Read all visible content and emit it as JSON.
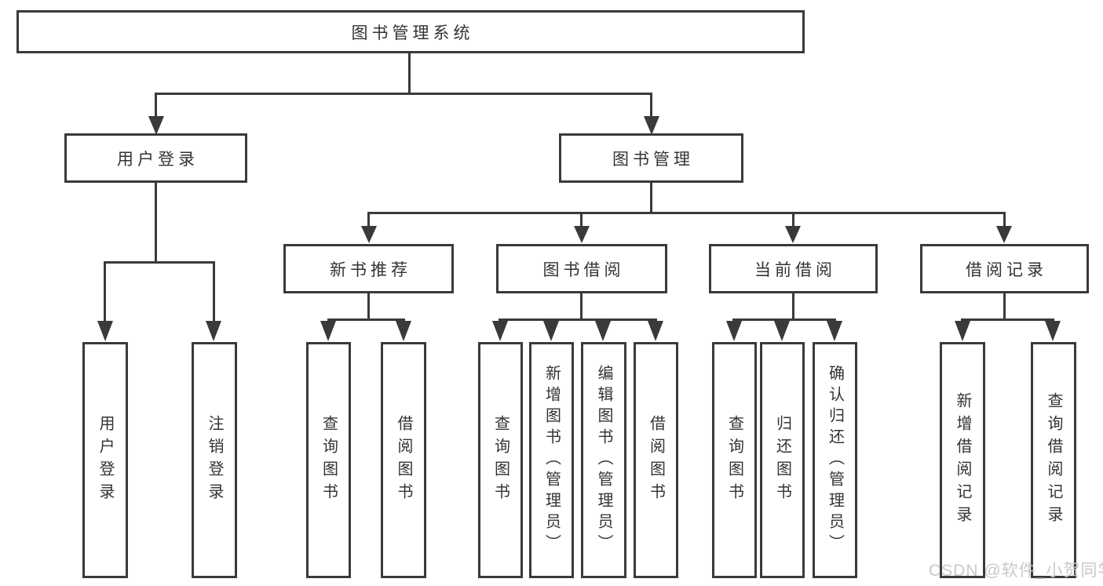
{
  "diagram": {
    "type": "hierarchy",
    "root": {
      "label": "图书管理系统"
    },
    "level2": [
      {
        "label": "用户登录"
      },
      {
        "label": "图书管理"
      }
    ],
    "level3": [
      {
        "label": "新书推荐",
        "parent": "图书管理"
      },
      {
        "label": "图书借阅",
        "parent": "图书管理"
      },
      {
        "label": "当前借阅",
        "parent": "图书管理"
      },
      {
        "label": "借阅记录",
        "parent": "图书管理"
      }
    ],
    "leaves": [
      {
        "label": "用户登录",
        "parent": "用户登录"
      },
      {
        "label": "注销登录",
        "parent": "用户登录"
      },
      {
        "label": "查询图书",
        "parent": "新书推荐"
      },
      {
        "label": "借阅图书",
        "parent": "新书推荐"
      },
      {
        "label": "查询图书",
        "parent": "图书借阅"
      },
      {
        "label": "新增图书（管理员）",
        "parent": "图书借阅"
      },
      {
        "label": "编辑图书（管理员）",
        "parent": "图书借阅"
      },
      {
        "label": "借阅图书",
        "parent": "图书借阅"
      },
      {
        "label": "查询图书",
        "parent": "当前借阅"
      },
      {
        "label": "归还图书",
        "parent": "当前借阅"
      },
      {
        "label": "确认归还（管理员）",
        "parent": "当前借阅"
      },
      {
        "label": "新增借阅记录",
        "parent": "借阅记录"
      },
      {
        "label": "查询借阅记录",
        "parent": "借阅记录"
      }
    ],
    "watermark": "CSDN @软件_小贺同学",
    "colors": {
      "line": "#3a3a3a",
      "text": "#333333",
      "background": "#ffffff",
      "watermark": "#cbc8c8"
    }
  }
}
